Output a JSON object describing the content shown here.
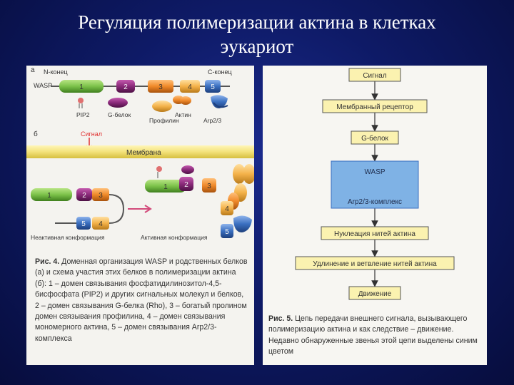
{
  "title": {
    "line1": "Регуляция полимеризации актина в клетках",
    "line2": "эукариот"
  },
  "figure4": {
    "part_a": "а",
    "part_b": "б",
    "n_term": "N-конец",
    "c_term": "С-конец",
    "wasp": "WASP",
    "domains": [
      "1",
      "2",
      "3",
      "4",
      "5"
    ],
    "legend": [
      "PIP2",
      "G-белок",
      "Профилин",
      "Актин",
      "Arp2/3"
    ],
    "signal": "Сигнал",
    "membrane": "Мембрана",
    "inactive": "Неактивная конформация",
    "active": "Активная конформация",
    "caption_label": "Рис. 4.",
    "caption_text": "Доменная организация WASP и родственных белков (а) и схема участия этих белков в полимеризации актина (б): 1 – домен связывания фосфатидилинозитол-4,5-бисфосфата (PIP2) и других сигнальных молекул и белков, 2 – домен связывания G-белка (Rho), 3 – богатый пролином домен связывания профилина, 4 – домен связывания мономерного актина, 5 – домен связывания Arp2/3-комплекса"
  },
  "figure5": {
    "steps": [
      "Сигнал",
      "Мембранный рецептор",
      "G-белок",
      "WASP",
      "Arp2/3-комплекс",
      "Нуклеация нитей актина",
      "Удлинение и ветвление нитей актина",
      "Движение"
    ],
    "caption_label": "Рис. 5.",
    "caption_text": "Цепь передачи внешнего сигнала, вызывающего полимеризацию актина и как следствие – движение. Недавно обнаруженные звенья этой цепи выделены синим цветом"
  },
  "colors": {
    "background": "#0e1a66",
    "domain1": "#7cc24a",
    "domain2": "#8a2a7a",
    "domain3": "#f08a2a",
    "domain4": "#f4b24a",
    "domain5": "#3a6fc0",
    "membrane": "#f3e27a",
    "signal": "#e03030",
    "box_fill": "#fbf2b0",
    "highlight_fill": "#7fb2e5"
  }
}
